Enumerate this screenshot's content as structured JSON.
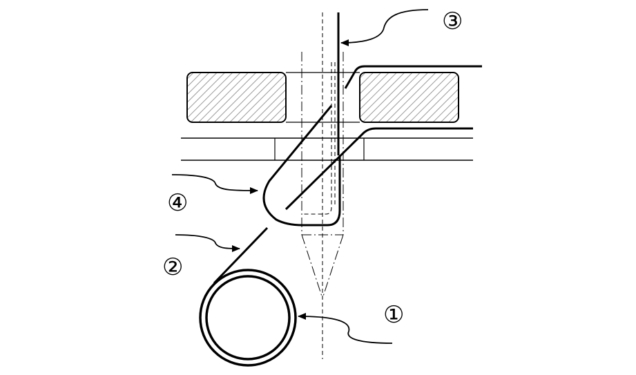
{
  "diagram": {
    "stroke_color": "#000000",
    "background_color": "#ffffff",
    "labels": {
      "one": "①",
      "two": "②",
      "three": "③",
      "four": "④"
    }
  }
}
